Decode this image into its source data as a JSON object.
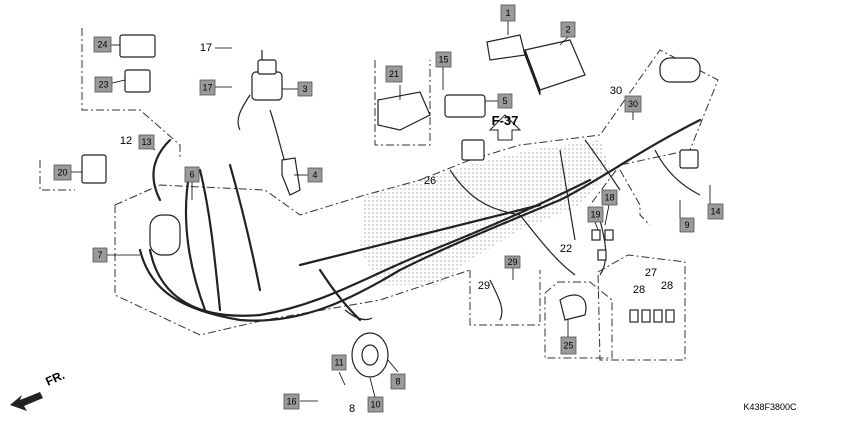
{
  "diagram_code": "K438F3800C",
  "direction_label": "FR.",
  "reference_label": "F-37",
  "callouts": {
    "c1": "1",
    "c2": "2",
    "c3": "3",
    "c4": "4",
    "c5": "5",
    "c6": "6",
    "c7": "7",
    "c8": "8",
    "c9": "9",
    "c10": "10",
    "c11": "11",
    "c13": "13",
    "c14": "14",
    "c15": "15",
    "c16": "16",
    "c17": "17",
    "c18": "18",
    "c19": "19",
    "c20": "20",
    "c21": "21",
    "c23": "23",
    "c24": "24",
    "c25": "25",
    "c29": "29",
    "c30": "30"
  },
  "plain_labels": {
    "p8": "8",
    "p12": "12",
    "p17": "17",
    "p22": "22",
    "p26": "26",
    "p27": "27",
    "p28a": "28",
    "p28b": "28",
    "p29": "29",
    "p30": "30"
  },
  "colors": {
    "callout_fill": "#9a9a9a",
    "line": "#222222",
    "shade": "#c8c8c8"
  }
}
